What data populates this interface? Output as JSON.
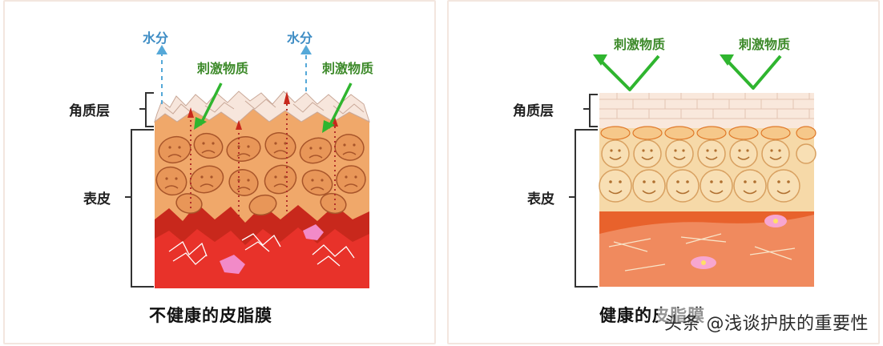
{
  "left_panel": {
    "water_label_1": "水分",
    "water_label_2": "水分",
    "irritant_label_1": "刺激物质",
    "irritant_label_2": "刺激物质",
    "stratum_label": "角质层",
    "epidermis_label": "表皮",
    "caption": "不健康的皮脂膜"
  },
  "right_panel": {
    "irritant_label_1": "刺激物质",
    "irritant_label_2": "刺激物质",
    "stratum_label": "角质层",
    "epidermis_label": "表皮",
    "caption": "健康的皮脂膜"
  },
  "watermark": "头条 @浅谈护肤的重要性",
  "colors": {
    "water_arrow": "#55a8d8",
    "irritant_green": "#2fb52f",
    "label_green": "#3d8a2a",
    "label_dark": "#222222",
    "dermis_red": "#e8322a",
    "epidermis_orange": "#f0a86a",
    "healthy_cell": "#f6d9a8",
    "healthy_band": "#f08848"
  }
}
